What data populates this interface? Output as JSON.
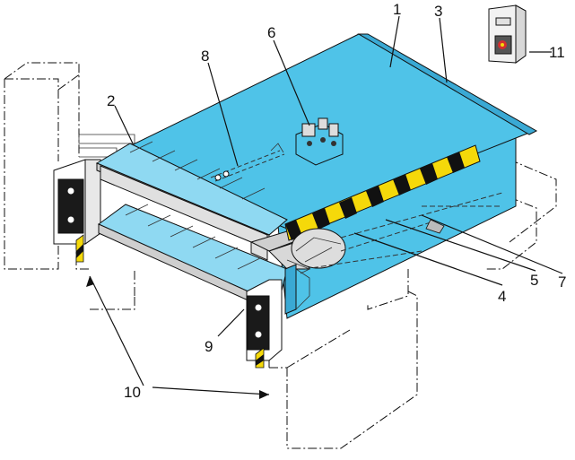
{
  "diagram": {
    "subject": "dock-leveller",
    "colors": {
      "platform": "#4fc3e8",
      "platform_dark": "#3aa9d4",
      "platform_light": "#8fd9f2",
      "warning_black": "#111111",
      "warning_yellow": "#f5d90a",
      "frame_grey": "#cfcfcf",
      "bumper_black": "#1a1a1a",
      "outline": "#111111"
    },
    "callouts": [
      {
        "id": "1",
        "label": "1"
      },
      {
        "id": "2",
        "label": "2"
      },
      {
        "id": "3",
        "label": "3"
      },
      {
        "id": "4",
        "label": "4"
      },
      {
        "id": "5",
        "label": "5"
      },
      {
        "id": "6",
        "label": "6"
      },
      {
        "id": "7",
        "label": "7"
      },
      {
        "id": "8",
        "label": "8"
      },
      {
        "id": "9",
        "label": "9"
      },
      {
        "id": "10",
        "label": "10"
      },
      {
        "id": "11",
        "label": "11"
      }
    ],
    "icons": {
      "control_panel": "control-panel-icon",
      "emergency_stop": "emergency-stop-icon",
      "hydraulic_unit": "hydraulic-unit-icon"
    }
  }
}
